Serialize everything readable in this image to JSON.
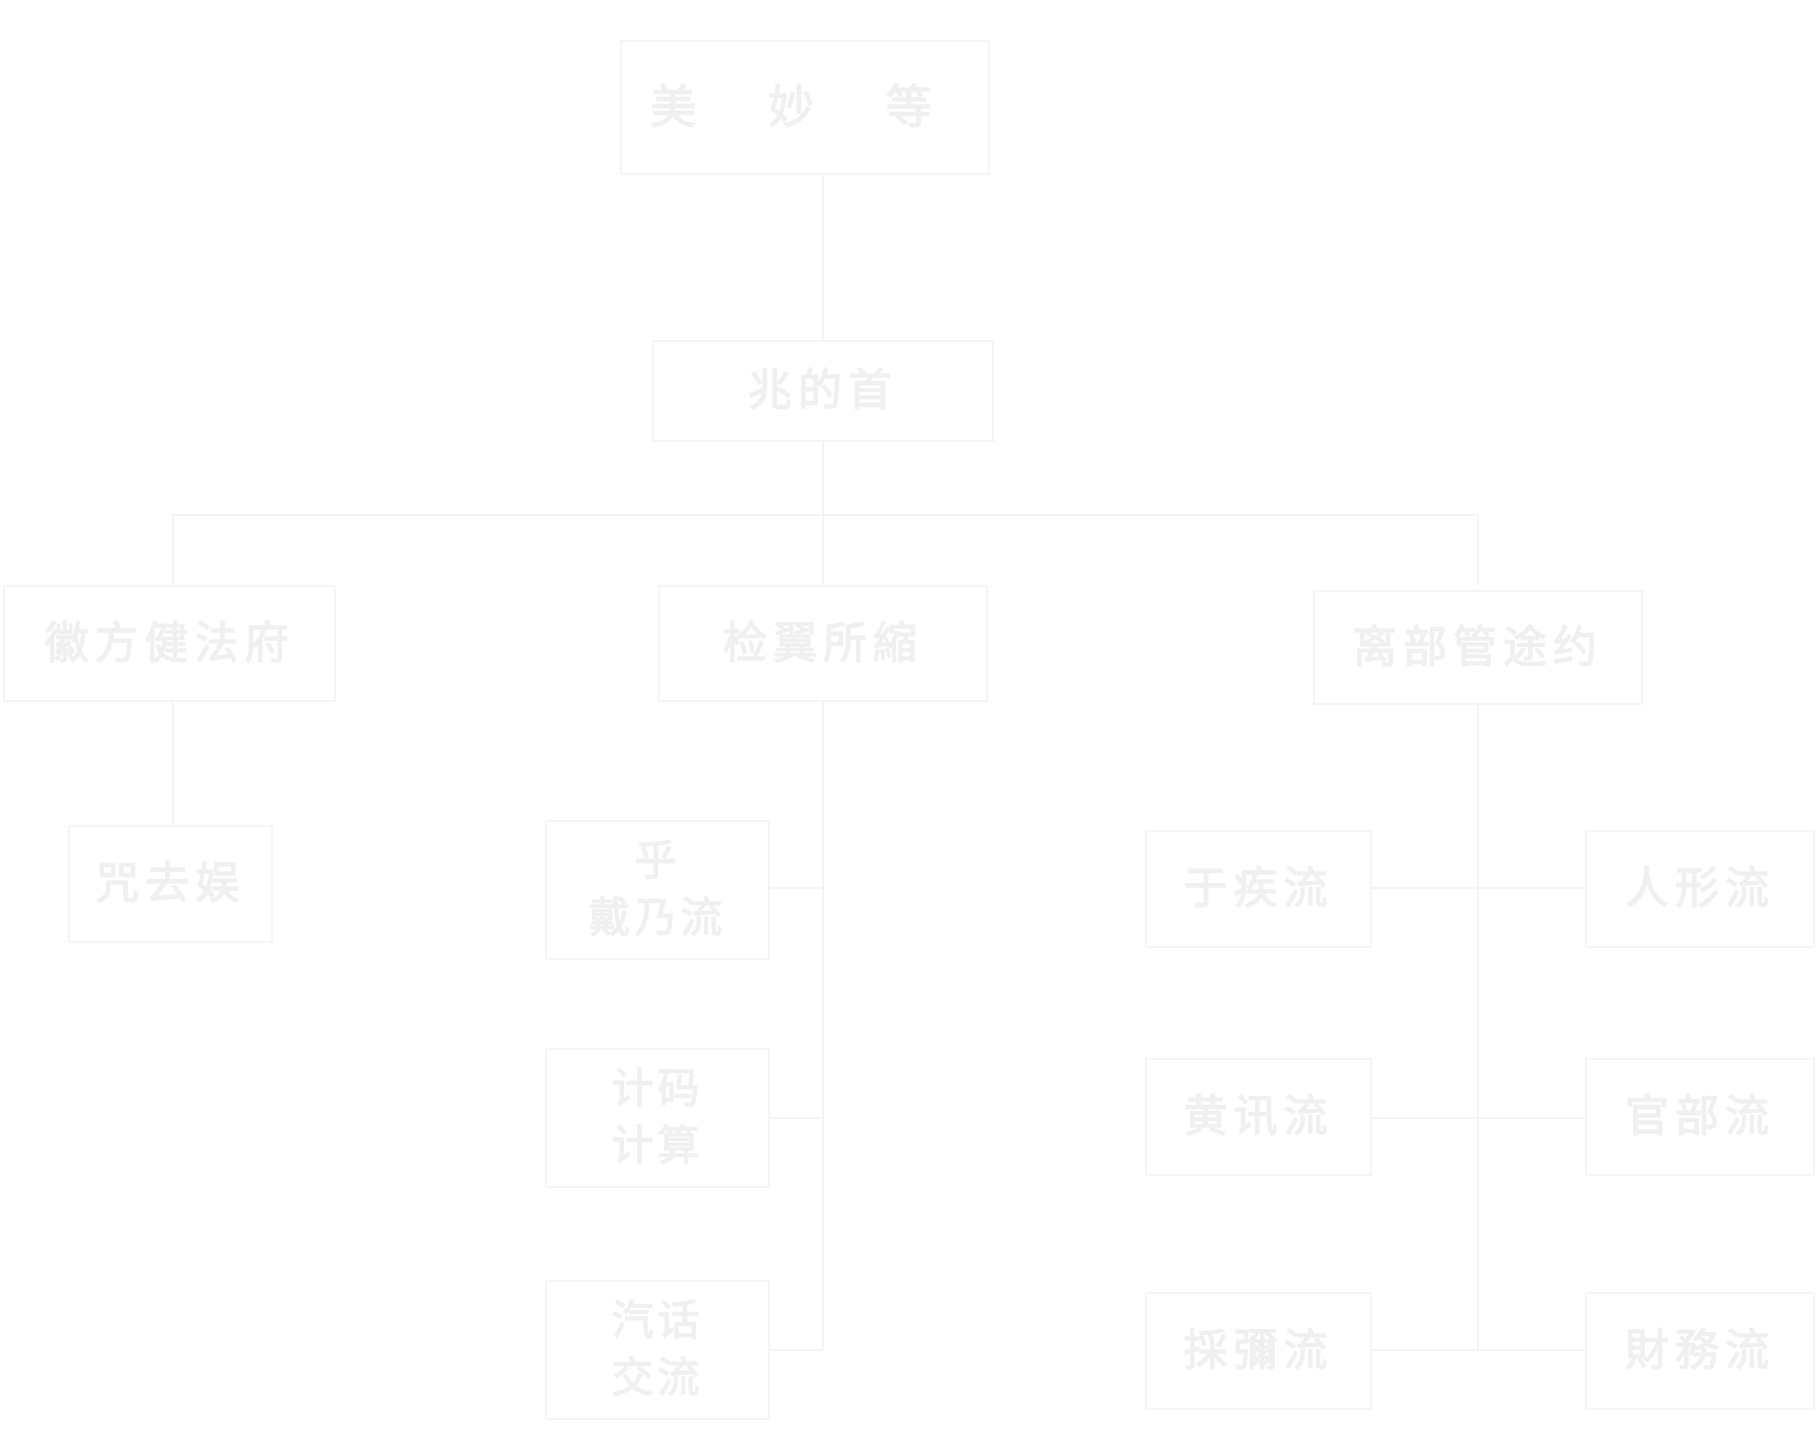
{
  "diagram": {
    "type": "hierarchy",
    "root": {
      "label": "美 妙 等"
    },
    "hub": {
      "label": "兆的首"
    },
    "branches": [
      {
        "label": "徽方健法府",
        "children": [
          {
            "label": "咒去娱"
          }
        ]
      },
      {
        "label": "检翼所縮",
        "children": [
          {
            "label": "乎\n戴乃流"
          },
          {
            "label": "计码\n计算"
          },
          {
            "label": "汽话\n交流"
          }
        ]
      },
      {
        "label": "离部管途约",
        "children": [
          {
            "label": "于疾流"
          },
          {
            "label": "黄讯流"
          },
          {
            "label": "採彌流"
          },
          {
            "label": "人形流"
          },
          {
            "label": "官部流"
          },
          {
            "label": "財務流"
          }
        ]
      }
    ]
  },
  "colors": {
    "background": "#ffffff",
    "line": "#f4f4f4",
    "text": "#f0f0f0"
  }
}
